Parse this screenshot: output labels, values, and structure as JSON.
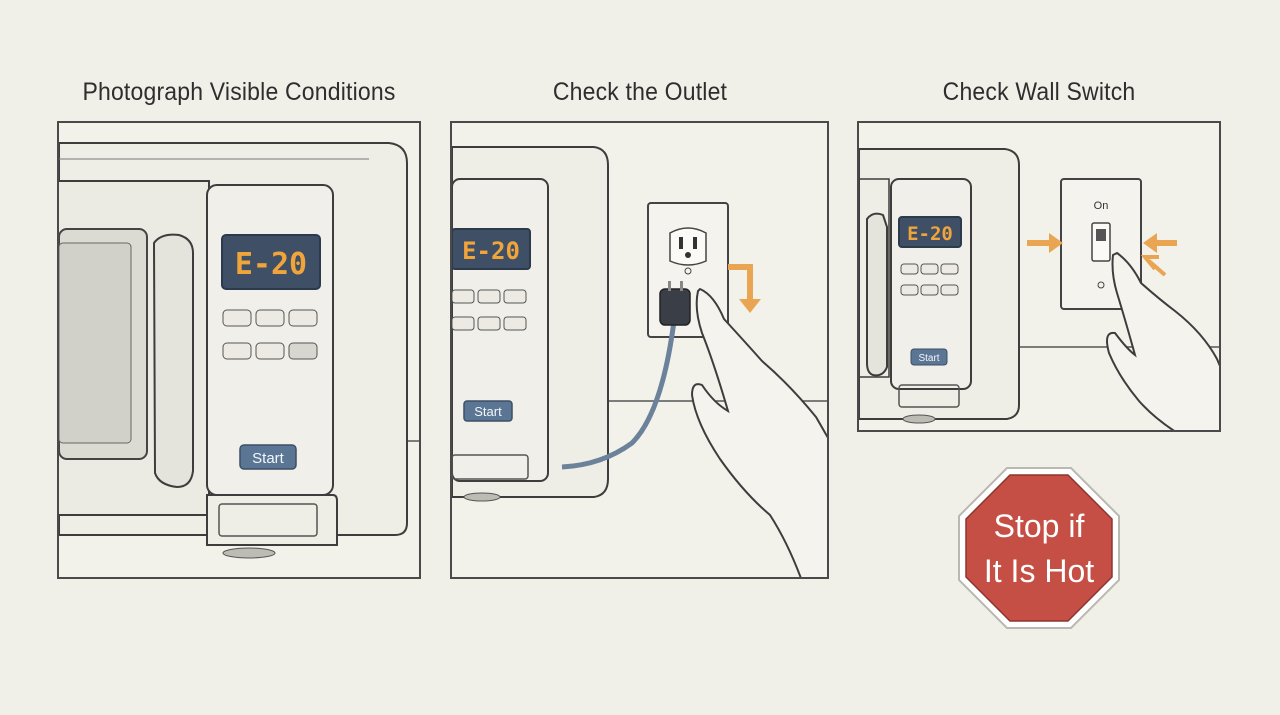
{
  "steps": [
    {
      "title": "Photograph Visible Conditions",
      "display_code": "E-20",
      "button_label": "Start"
    },
    {
      "title": "Check the Outlet",
      "display_code": "E-20",
      "button_label": "Start"
    },
    {
      "title": "Check Wall Switch",
      "display_code": "E-20",
      "button_label": "Start",
      "switch_label": "On"
    }
  ],
  "warning": {
    "line1": "Stop if",
    "line2": "It Is Hot",
    "color": "#c64f45"
  },
  "colors": {
    "background": "#f1f0e8",
    "display": "#3f4f66",
    "digits": "#f0a43a",
    "button": "#5b7695",
    "arrow": "#e9a551",
    "cord": "#6c819a"
  },
  "icons": [
    "microwave-icon",
    "outlet-icon",
    "plug-icon",
    "hand-icon",
    "wall-switch-icon",
    "arrow-icon",
    "stop-sign-icon"
  ]
}
